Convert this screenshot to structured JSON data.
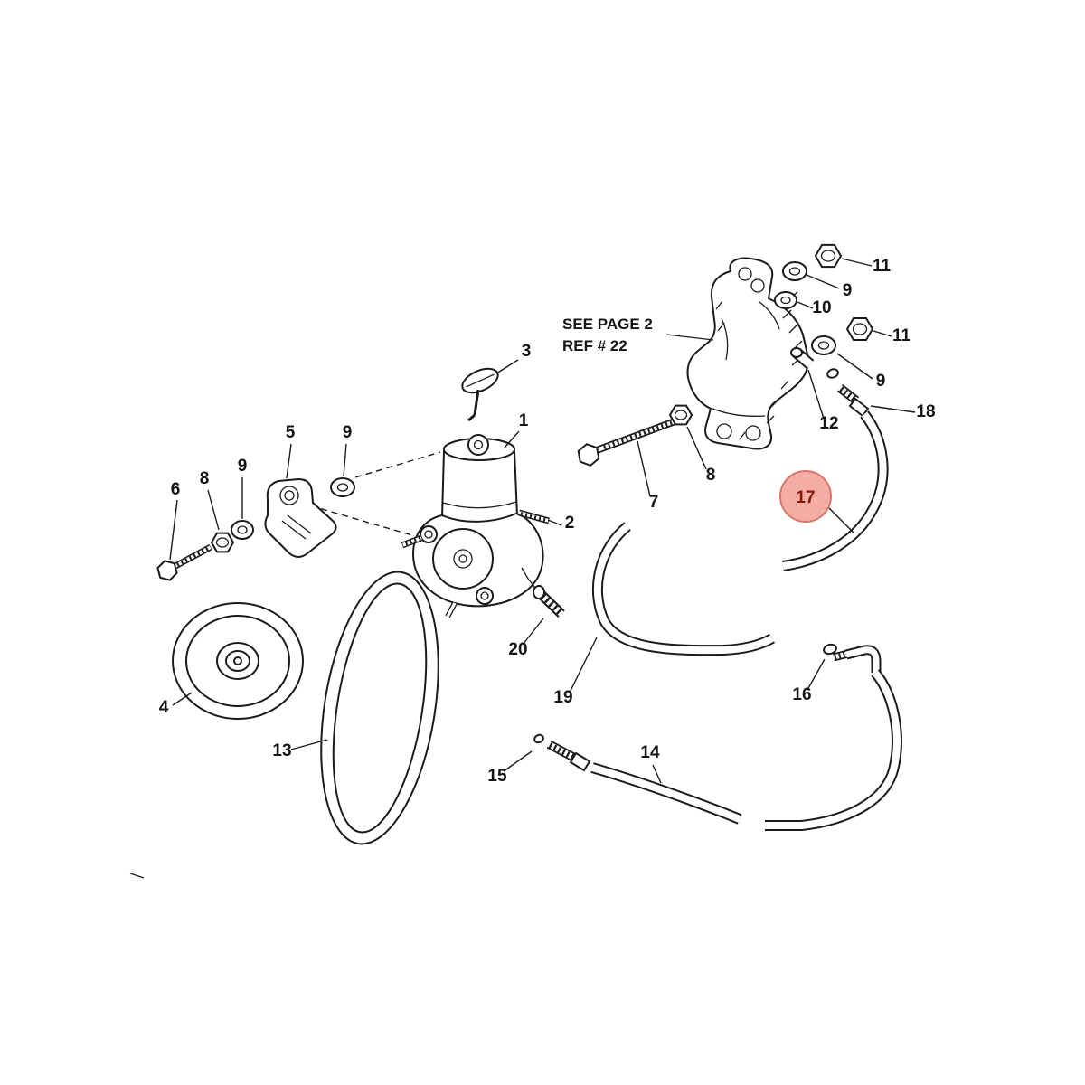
{
  "note": {
    "line1": "SEE PAGE 2",
    "line2": "REF # 22"
  },
  "highlight": {
    "label": "17",
    "fill": "#f2a9a0",
    "stroke": "#d9756a",
    "text_color": "#8a170c"
  },
  "labels": {
    "p1": "1",
    "p2": "2",
    "p3": "3",
    "p4": "4",
    "p5": "5",
    "p6": "6",
    "p7": "7",
    "p8a": "8",
    "p8b": "8",
    "p9a": "9",
    "p9b": "9",
    "p9c": "9",
    "p9d": "9",
    "p10": "10",
    "p11a": "11",
    "p11b": "11",
    "p12": "12",
    "p13": "13",
    "p14": "14",
    "p15": "15",
    "p16": "16",
    "p18": "18",
    "p19": "19",
    "p20": "20"
  }
}
